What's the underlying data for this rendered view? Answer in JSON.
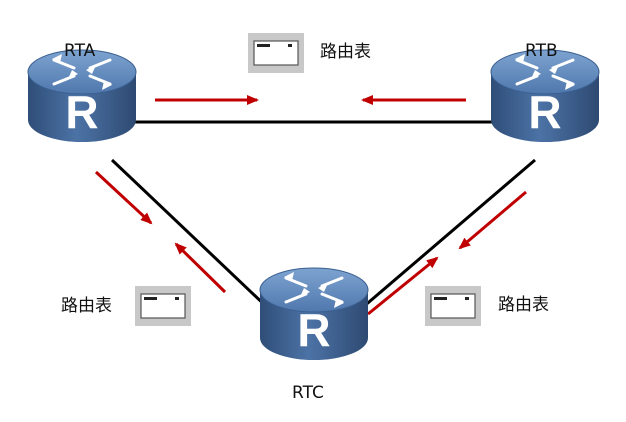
{
  "routers": {
    "rta": {
      "label": "RTA"
    },
    "rtb": {
      "label": "RTB"
    },
    "rtc": {
      "label": "RTC"
    }
  },
  "routing_tables": {
    "top": {
      "label": "路由表"
    },
    "left": {
      "label": "路由表"
    },
    "right": {
      "label": "路由表"
    }
  },
  "colors": {
    "router_body": "#3f6291",
    "router_top": "#5f86b8",
    "link": "#000000",
    "arrow": "#c00000",
    "table_bg": "#c8c8c8"
  }
}
